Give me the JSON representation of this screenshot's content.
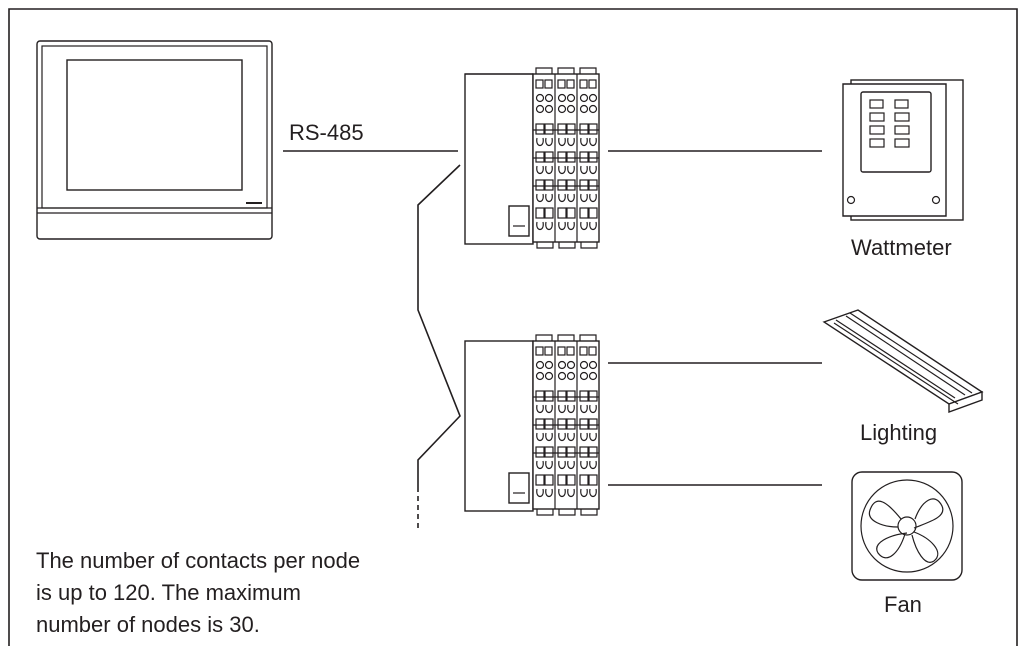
{
  "diagram": {
    "bus_label": "RS-485",
    "devices": {
      "wattmeter": "Wattmeter",
      "lighting": "Lighting",
      "fan": "Fan"
    },
    "note_lines": [
      "The number of contacts per node",
      "is up to 120. The maximum",
      "number of nodes is 30."
    ]
  }
}
